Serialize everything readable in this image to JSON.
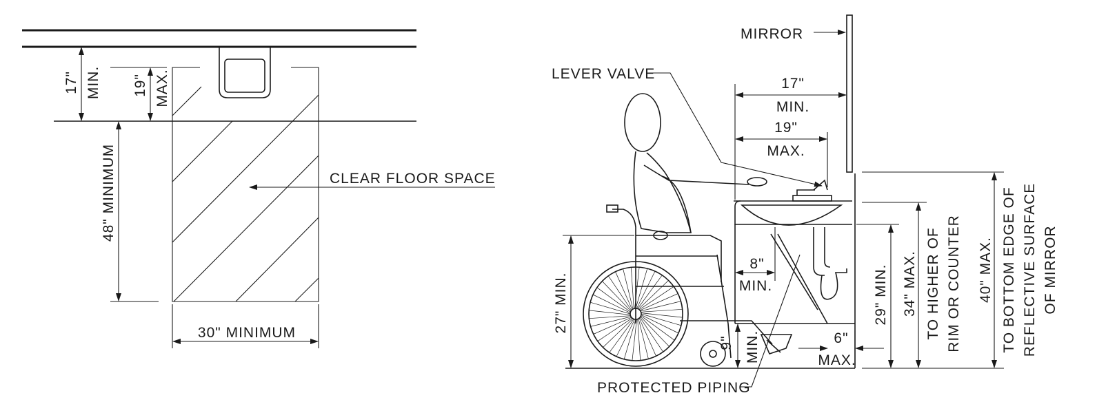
{
  "plan_view": {
    "dim_17": "17\"",
    "dim_17_note": "MIN.",
    "dim_19": "19\"",
    "dim_19_note": "MAX.",
    "dim_48": "48\" MINIMUM",
    "dim_30": "30\" MINIMUM",
    "clear_floor_space": "CLEAR FLOOR SPACE"
  },
  "elevation_view": {
    "mirror": "MIRROR",
    "lever_valve": "LEVER VALVE",
    "dim_17": "17\"",
    "dim_17_note": "MIN.",
    "dim_19": "19\"",
    "dim_19_note": "MAX.",
    "dim_8": "8\"",
    "dim_8_note": "MIN.",
    "dim_9": "9\"",
    "dim_9_note": "MIN.",
    "dim_6": "6\"",
    "dim_6_note": "MAX.",
    "dim_27": "27\" MIN.",
    "dim_29": "29\" MIN.",
    "dim_34": "34\" MAX.",
    "dim_34_note_1": "TO HIGHER OF",
    "dim_34_note_2": "RIM OR COUNTER",
    "dim_40": "40\" MAX.",
    "dim_40_note_1": "TO BOTTOM EDGE OF",
    "dim_40_note_2": "REFLECTIVE SURFACE",
    "dim_40_note_3": "OF MIRROR",
    "protected_piping": "PROTECTED PIPING"
  }
}
